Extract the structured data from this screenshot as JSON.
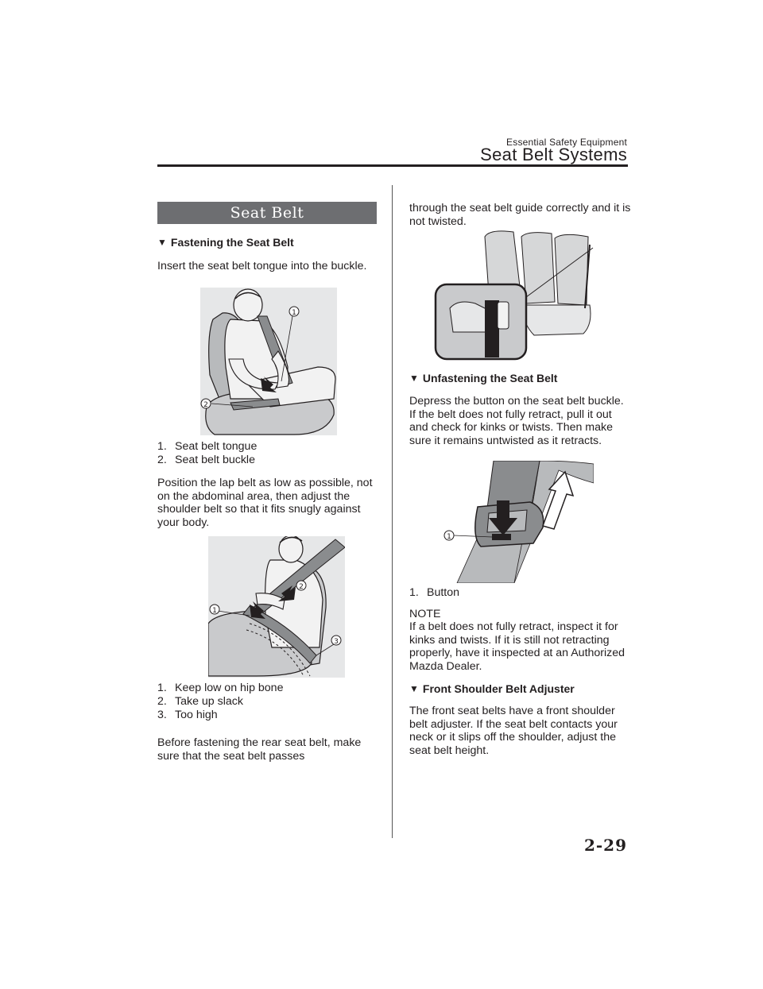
{
  "header": {
    "section": "Essential Safety Equipment",
    "title": "Seat Belt Systems"
  },
  "banner": "Seat Belt",
  "sections": {
    "fastening": {
      "title": "Fastening the Seat Belt",
      "intro": "Insert the seat belt tongue into the buckle.",
      "figure1_callouts": [
        "1",
        "2"
      ],
      "figure1_legend": [
        {
          "num": "1.",
          "text": "Seat belt tongue"
        },
        {
          "num": "2.",
          "text": "Seat belt buckle"
        }
      ],
      "position_text": "Position the lap belt as low as possible, not on the abdominal area, then adjust the shoulder belt so that it fits snugly against your body.",
      "figure2_callouts": [
        "1",
        "2",
        "3"
      ],
      "figure2_legend": [
        {
          "num": "1.",
          "text": "Keep low on hip bone"
        },
        {
          "num": "2.",
          "text": "Take up slack"
        },
        {
          "num": "3.",
          "text": "Too high"
        }
      ],
      "rear_text_a": "Before fastening the rear seat belt, make sure that the seat belt passes",
      "rear_text_b": "through the seat belt guide correctly and it is not twisted."
    },
    "unfastening": {
      "title": "Unfastening the Seat Belt",
      "text": "Depress the button on the seat belt buckle. If the belt does not fully retract, pull it out and check for kinks or twists. Then make sure it remains untwisted as it retracts.",
      "figure_callouts": [
        "1"
      ],
      "figure_legend": [
        {
          "num": "1.",
          "text": "Button"
        }
      ],
      "note_label": "NOTE",
      "note_text": "If a belt does not fully retract, inspect it for kinks and twists. If it is still not retracting properly, have it inspected at an Authorized Mazda Dealer."
    },
    "adjuster": {
      "title": "Front Shoulder Belt Adjuster",
      "text": "The front seat belts have a front shoulder belt adjuster. If the seat belt contacts your neck or it slips off the shoulder, adjust the seat belt height."
    }
  },
  "page_number": "2-29",
  "colors": {
    "banner_bg": "#6d6e71",
    "text": "#231f20",
    "figure_bg": "#d6d7d8",
    "belt": "#8a8c8e"
  }
}
